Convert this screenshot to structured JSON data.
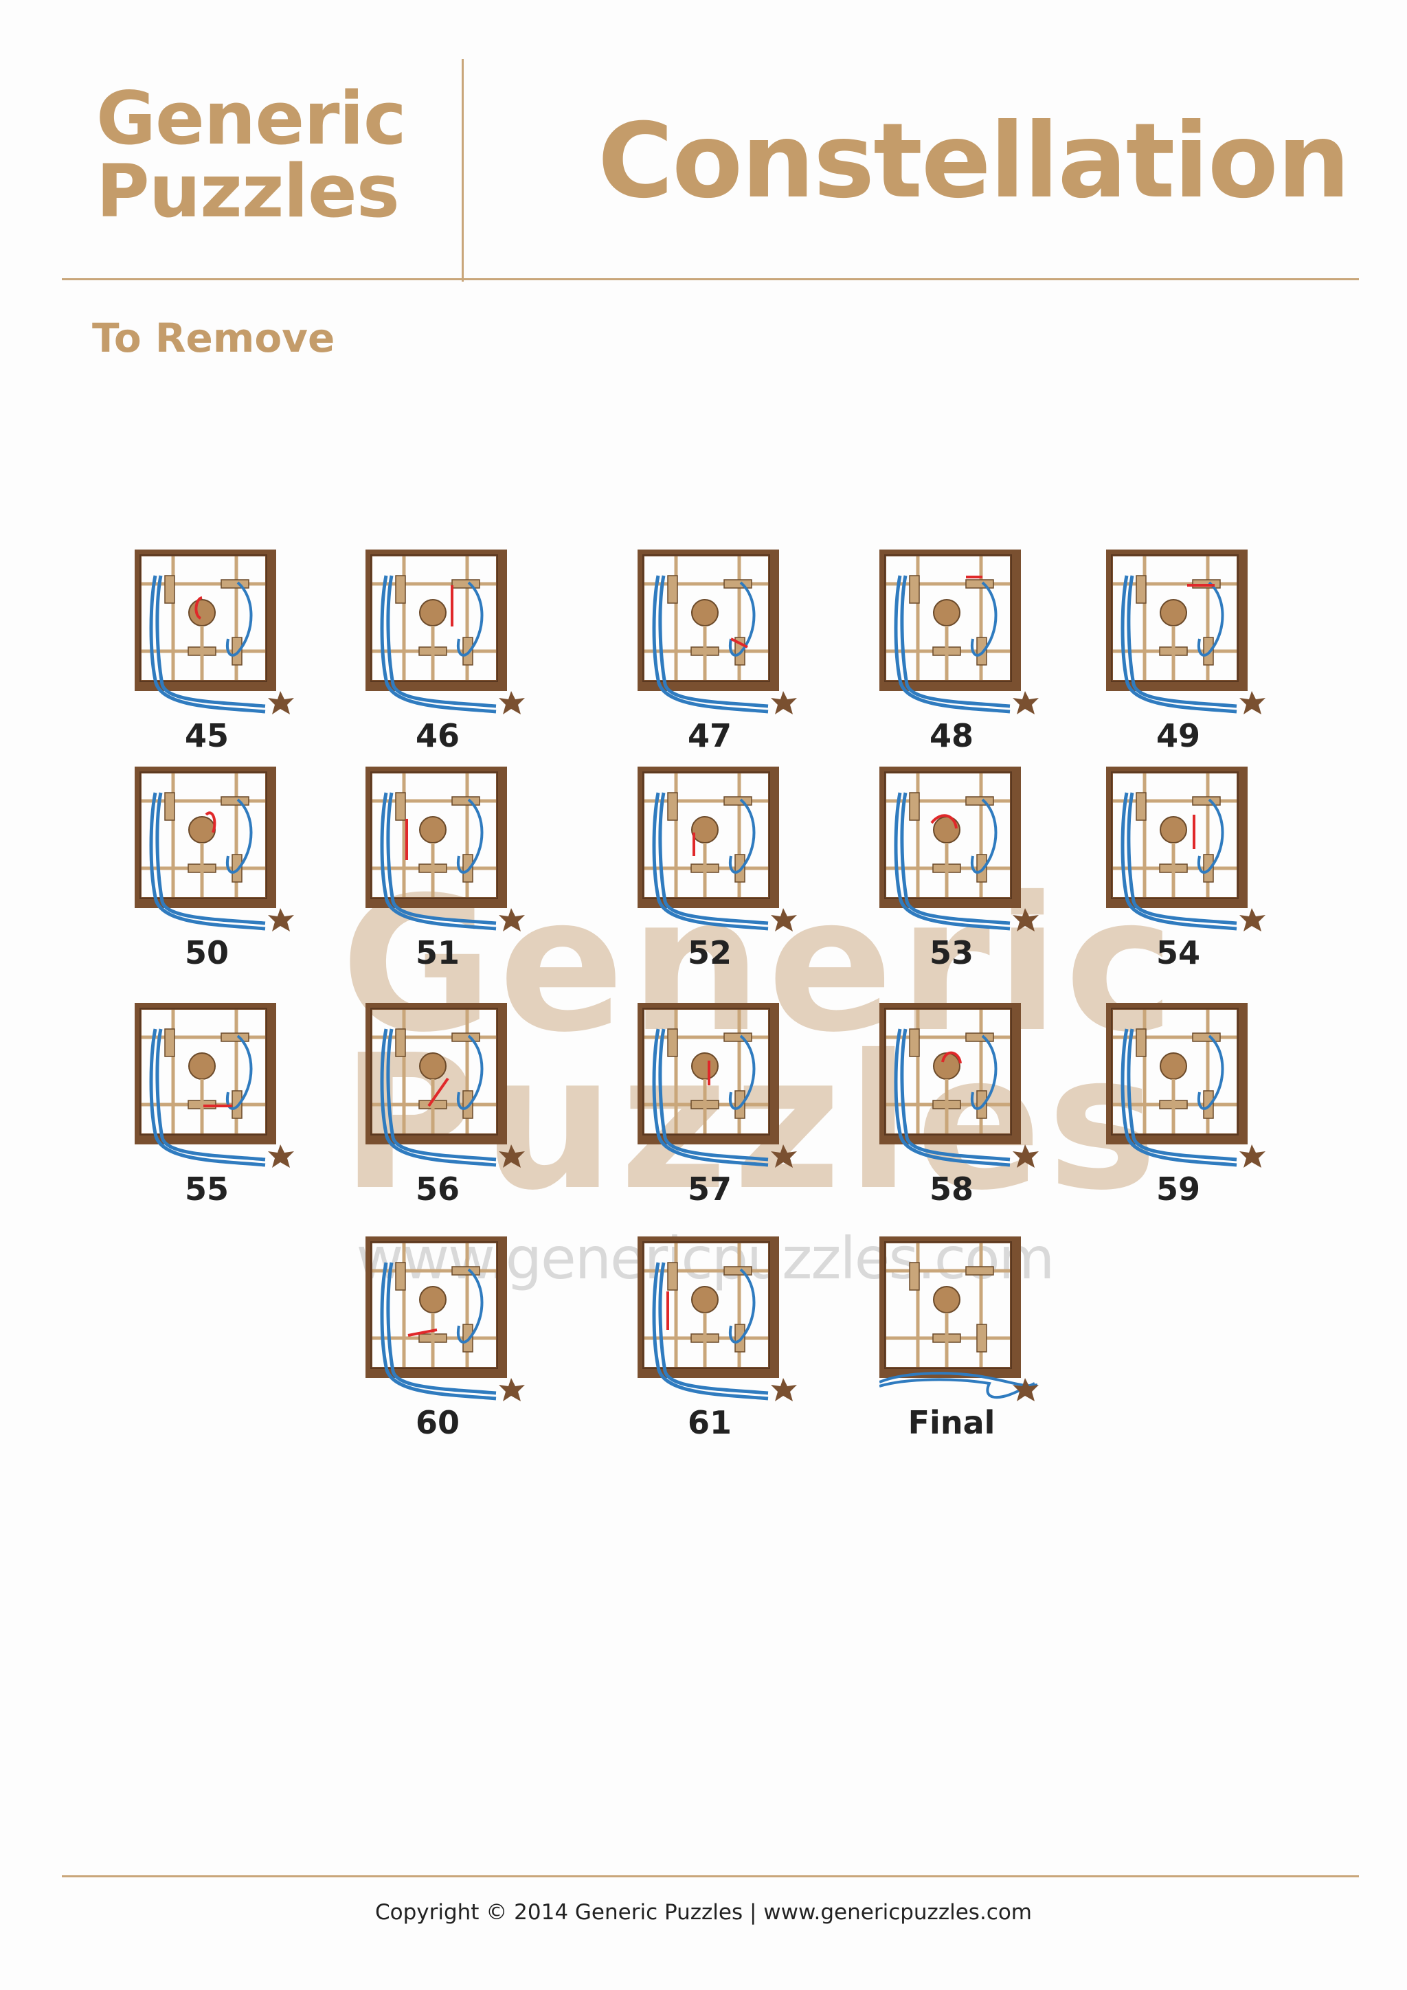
{
  "header": {
    "logo_line1": "Generic",
    "logo_line2": "Puzzles",
    "title": "Constellation"
  },
  "section_title": "To Remove",
  "watermark": {
    "line1": "Generic",
    "line2": "Puzzles",
    "url": "www.genericpuzzles.com"
  },
  "steps": [
    {
      "label": "45"
    },
    {
      "label": "46"
    },
    {
      "label": "47"
    },
    {
      "label": "48"
    },
    {
      "label": "49"
    },
    {
      "label": "50"
    },
    {
      "label": "51"
    },
    {
      "label": "52"
    },
    {
      "label": "53"
    },
    {
      "label": "54"
    },
    {
      "label": "55"
    },
    {
      "label": "56"
    },
    {
      "label": "57"
    },
    {
      "label": "58"
    },
    {
      "label": "59"
    },
    {
      "label": "60"
    },
    {
      "label": "61"
    },
    {
      "label": "Final"
    }
  ],
  "footer": "Copyright © 2014 Generic Puzzles | www.genericpuzzles.com",
  "colors": {
    "brand": "#c49c6a",
    "frame": "#7a5030",
    "wood": "#c9a67a",
    "string": "#2f7bbf",
    "arrow": "#e0282a",
    "star": "#7a5030"
  }
}
